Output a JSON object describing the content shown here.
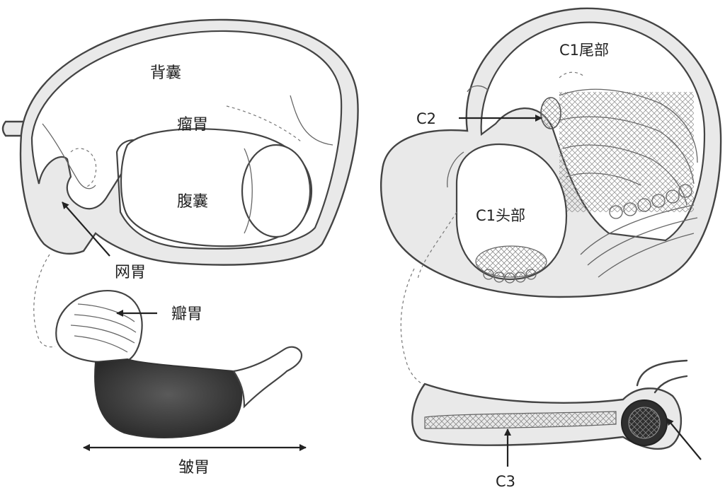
{
  "left_diagram": {
    "dorsal_sac_label": "背囊",
    "rumen_label": "瘤胃",
    "ventral_sac_label": "腹囊",
    "reticulum_label": "网胃",
    "omasum_label": "瓣胃",
    "abomasum_label": "皱胃"
  },
  "right_diagram": {
    "c1_caudal_label": "C1尾部",
    "c2_label": "C2",
    "c1_cranial_label": "C1头部",
    "c3_label": "C3"
  },
  "colors": {
    "ink": "#444444",
    "wall_fill": "#e9e9e9",
    "dark_stomach": "#3a3a3a"
  }
}
